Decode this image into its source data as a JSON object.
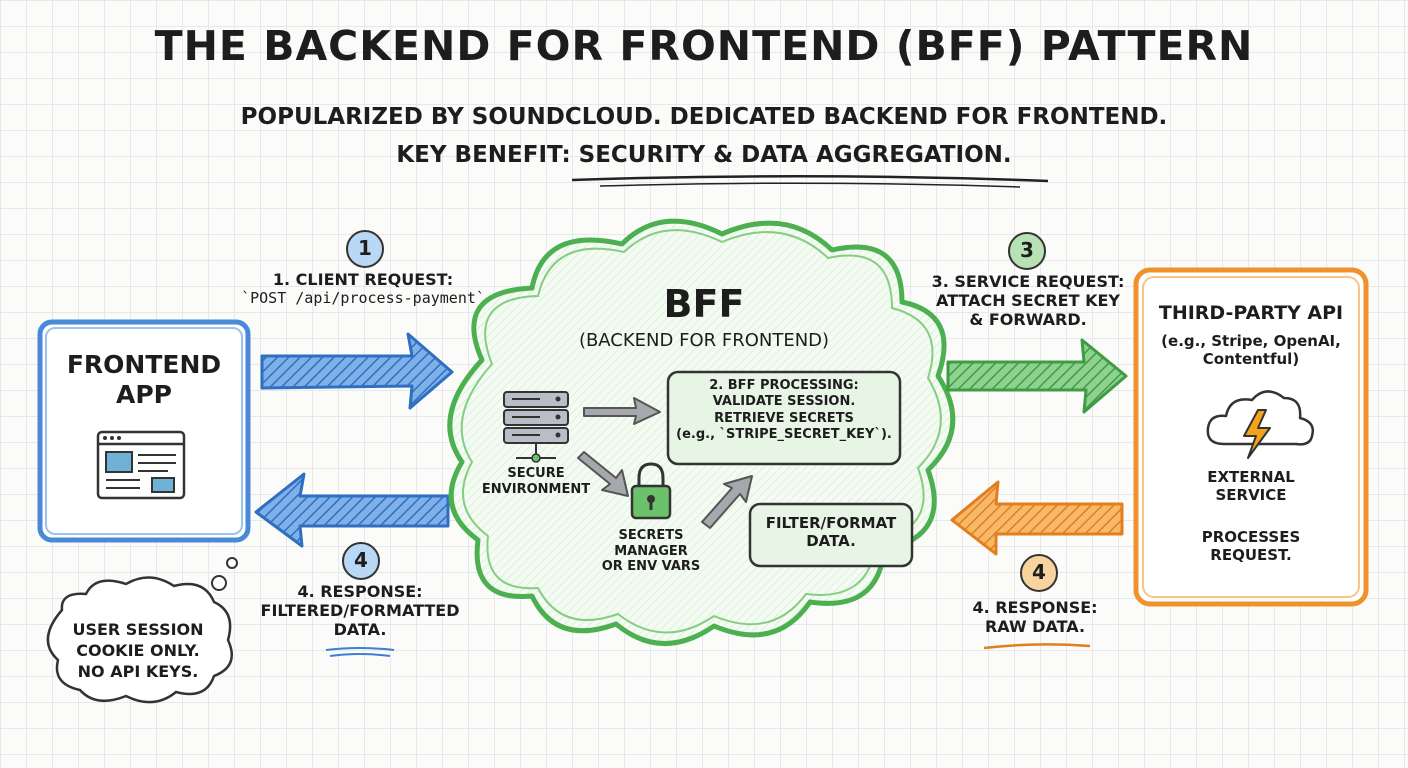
{
  "title": "THE BACKEND FOR FRONTEND (BFF) PATTERN",
  "subtitle_line1": "POPULARIZED BY SOUNDCLOUD. DEDICATED BACKEND FOR FRONTEND.",
  "subtitle_line2_prefix": "KEY BENEFIT: ",
  "subtitle_line2_highlight": "SECURITY & DATA AGGREGATION.",
  "colors": {
    "frontend": "#3f7fd0",
    "bff": "#4caf50",
    "third_party": "#f0922b",
    "ink": "#222222"
  },
  "frontend": {
    "title_line1": "FRONTEND",
    "title_line2": "APP",
    "icon": "browser-window-icon",
    "note_line1": "USER SESSION",
    "note_line2": "COOKIE ONLY.",
    "note_line3": "NO API KEYS."
  },
  "steps": {
    "s1": {
      "number": "1",
      "line1": "1. CLIENT REQUEST:",
      "line2": "`POST /api/process-payment`"
    },
    "s3": {
      "number": "3",
      "line1": "3. SERVICE REQUEST:",
      "line2": "ATTACH SECRET KEY",
      "line3": "& FORWARD."
    },
    "s4_left": {
      "number": "4",
      "line1": "4. RESPONSE:",
      "line2": "FILTERED/FORMATTED",
      "line3": "DATA."
    },
    "s4_right": {
      "number": "4",
      "line1": "4. RESPONSE:",
      "line2": "RAW DATA."
    }
  },
  "bff": {
    "title": "BFF",
    "subtitle": "(BACKEND FOR FRONTEND)",
    "server_icon": "server-icon",
    "server_label_line1": "SECURE",
    "server_label_line2": "ENVIRONMENT",
    "lock_icon": "lock-icon",
    "secrets_line1": "SECRETS",
    "secrets_line2": "MANAGER",
    "secrets_line3": "OR ENV VARS",
    "processing_line1": "2. BFF PROCESSING:",
    "processing_line2": "VALIDATE SESSION.",
    "processing_line3": "RETRIEVE SECRETS",
    "processing_line4": "(e.g., `STRIPE_SECRET_KEY`).",
    "filter_line1": "FILTER/FORMAT",
    "filter_line2": "DATA."
  },
  "third_party": {
    "title": "THIRD-PARTY API",
    "examples_line1": "(e.g., Stripe, OpenAI,",
    "examples_line2": "Contentful)",
    "icon": "cloud-lightning-icon",
    "service_line1": "EXTERNAL",
    "service_line2": "SERVICE",
    "processes_line1": "PROCESSES",
    "processes_line2": "REQUEST."
  }
}
